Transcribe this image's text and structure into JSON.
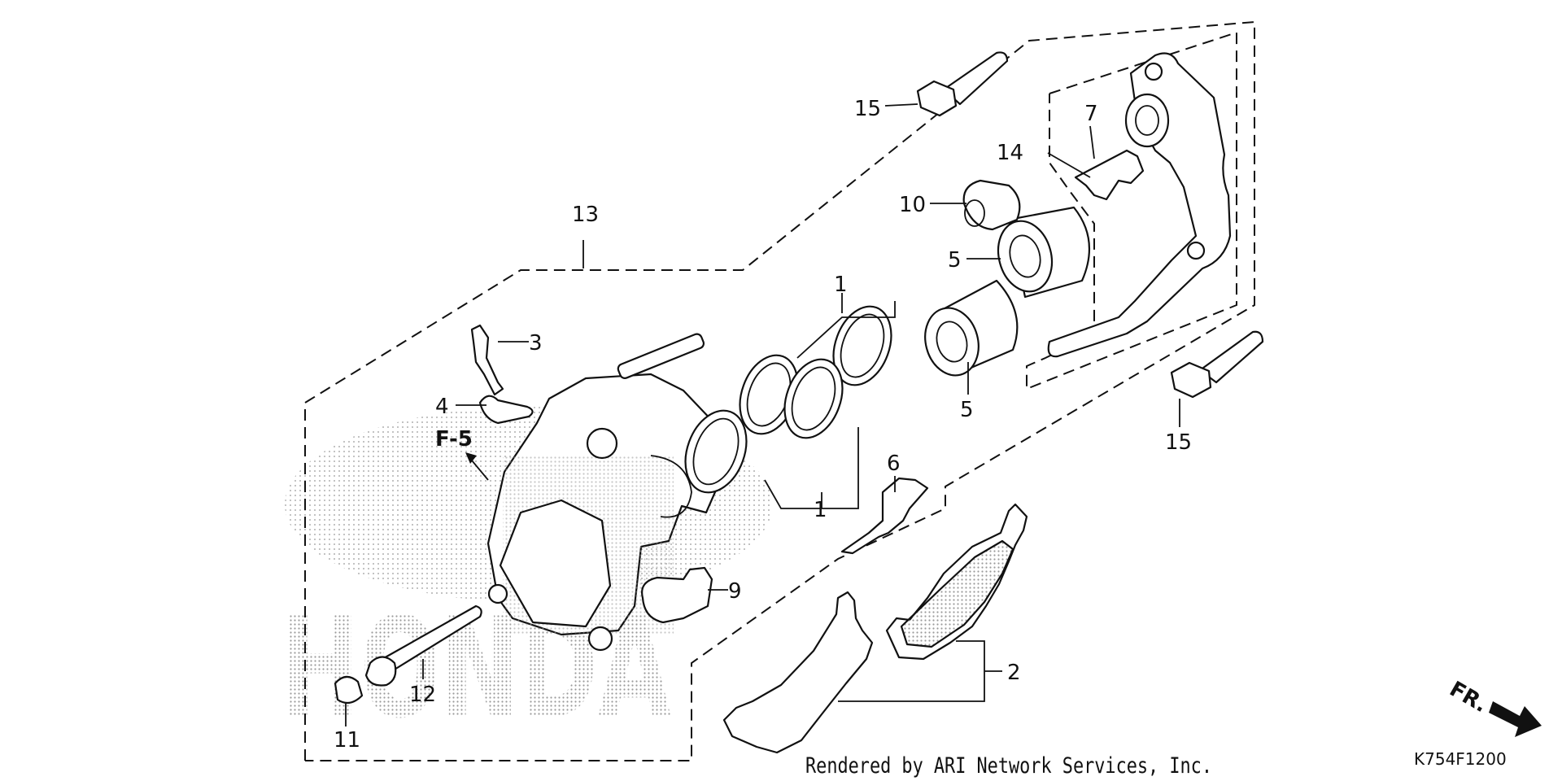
{
  "diagram": {
    "callouts": {
      "c1a": "1",
      "c1b": "1",
      "c2": "2",
      "c3": "3",
      "c4": "4",
      "c5a": "5",
      "c5b": "5",
      "c6": "6",
      "c7": "7",
      "c9": "9",
      "c10": "10",
      "c11": "11",
      "c12": "12",
      "c13": "13",
      "c14": "14",
      "c15a": "15",
      "c15b": "15"
    },
    "reference": "F-5",
    "direction_label": "FR.",
    "watermark": "HONDA",
    "credit": "Rendered by ARI Network Services, Inc.",
    "diagram_code": "K754F1200"
  }
}
